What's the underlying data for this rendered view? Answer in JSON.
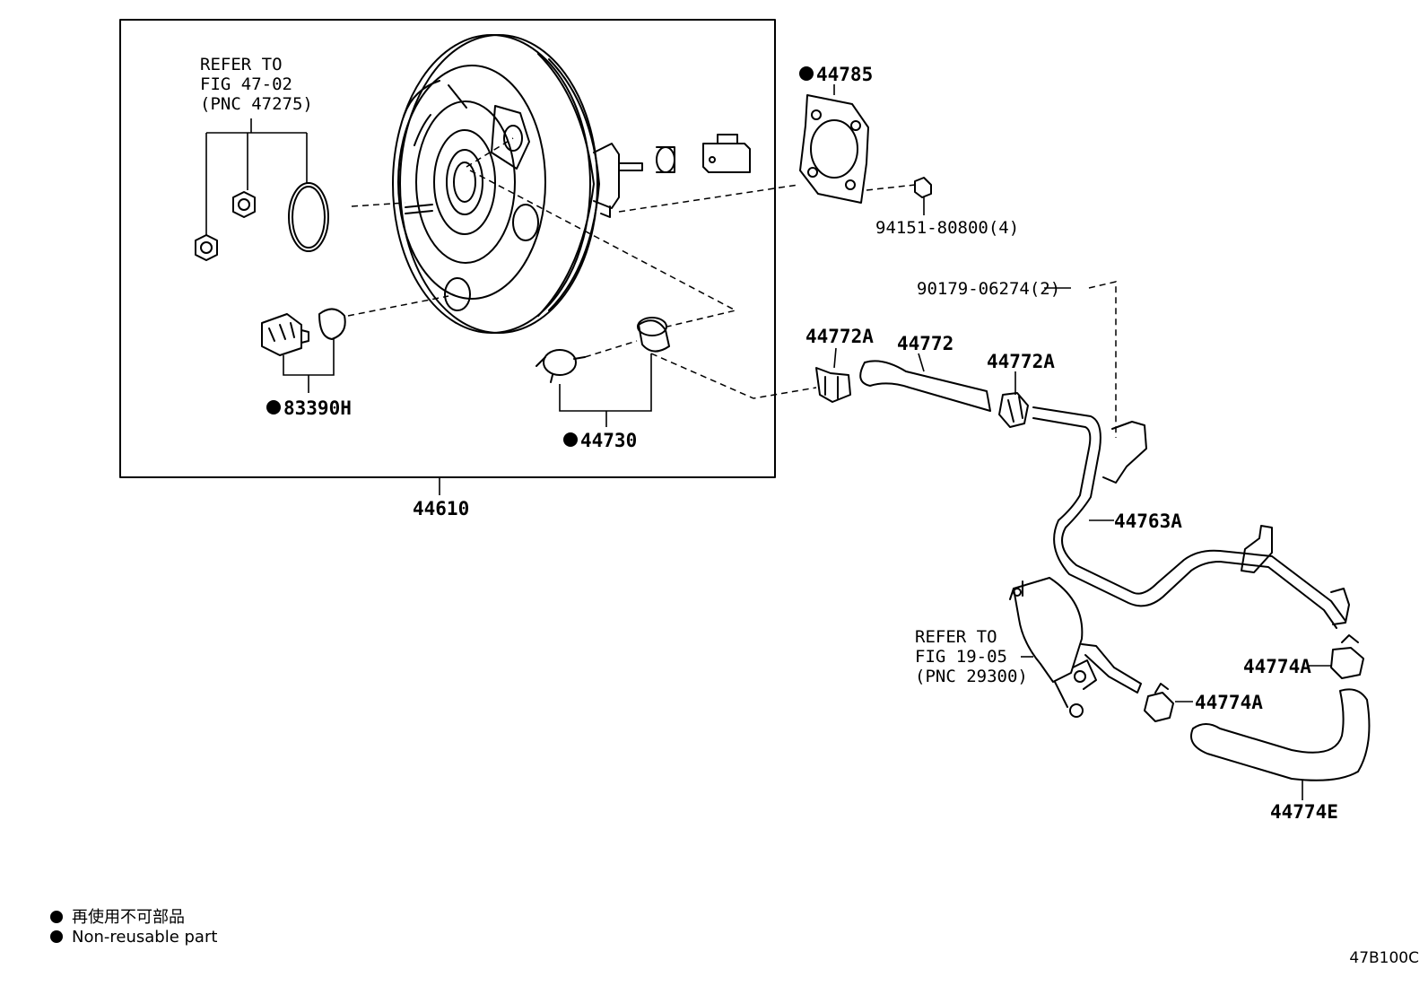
{
  "refer_47": {
    "line1": "REFER TO",
    "line2": "FIG 47-02",
    "line3": "(PNC 47275)"
  },
  "refer_19": {
    "line1": "REFER TO",
    "line2": "FIG 19-05",
    "line3": "(PNC 29300)"
  },
  "parts": {
    "p44785": "44785",
    "p94151": "94151-80800(4)",
    "p90179": "90179-06274(2)",
    "p83390H": "83390H",
    "p44730": "44730",
    "p44610": "44610",
    "p44772A_left": "44772A",
    "p44772": "44772",
    "p44772A_right": "44772A",
    "p44763A": "44763A",
    "p44774A_right": "44774A",
    "p44774A_lower": "44774A",
    "p44774E": "44774E"
  },
  "legend": {
    "japanese": "再使用不可部品",
    "english": "Non-reusable part"
  },
  "figure_code": "47B100C",
  "icons": [
    "non-reusable-dot-icon"
  ]
}
